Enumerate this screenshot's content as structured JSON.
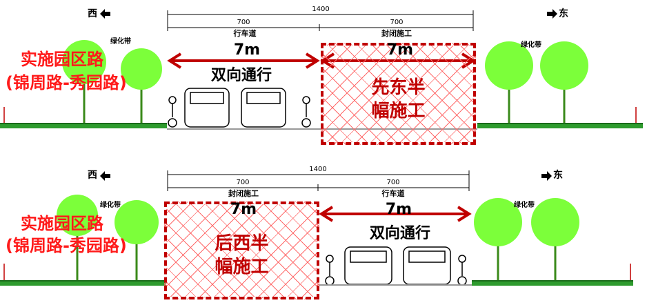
{
  "panels": [
    {
      "west": "西",
      "east": "东",
      "total": "1400",
      "left_dim": "700",
      "right_dim": "700",
      "left_label": "行车道",
      "right_label": "封闭施工",
      "road_name": "实施园区路",
      "road_range": "(锦周路-秀园路)",
      "width_left": "7m",
      "width_right": "7m",
      "traffic": "双向通行",
      "work_line1": "先东半",
      "work_line2": "幅施工",
      "green_left": "绿化带",
      "green_right": "绿化带"
    },
    {
      "west": "西",
      "east": "东",
      "total": "1400",
      "left_dim": "700",
      "right_dim": "700",
      "left_label": "封闭施工",
      "right_label": "行车道",
      "road_name": "实施园区路",
      "road_range": "(锦周路-秀园路)",
      "width_left": "7m",
      "width_right": "7m",
      "traffic": "双向通行",
      "work_line1": "后西半",
      "work_line2": "幅施工",
      "green_left": "绿化带",
      "green_right": "绿化带"
    }
  ],
  "colors": {
    "closed": "#c00000",
    "title": "#ff1a1a",
    "green": "#2e9b2e"
  }
}
